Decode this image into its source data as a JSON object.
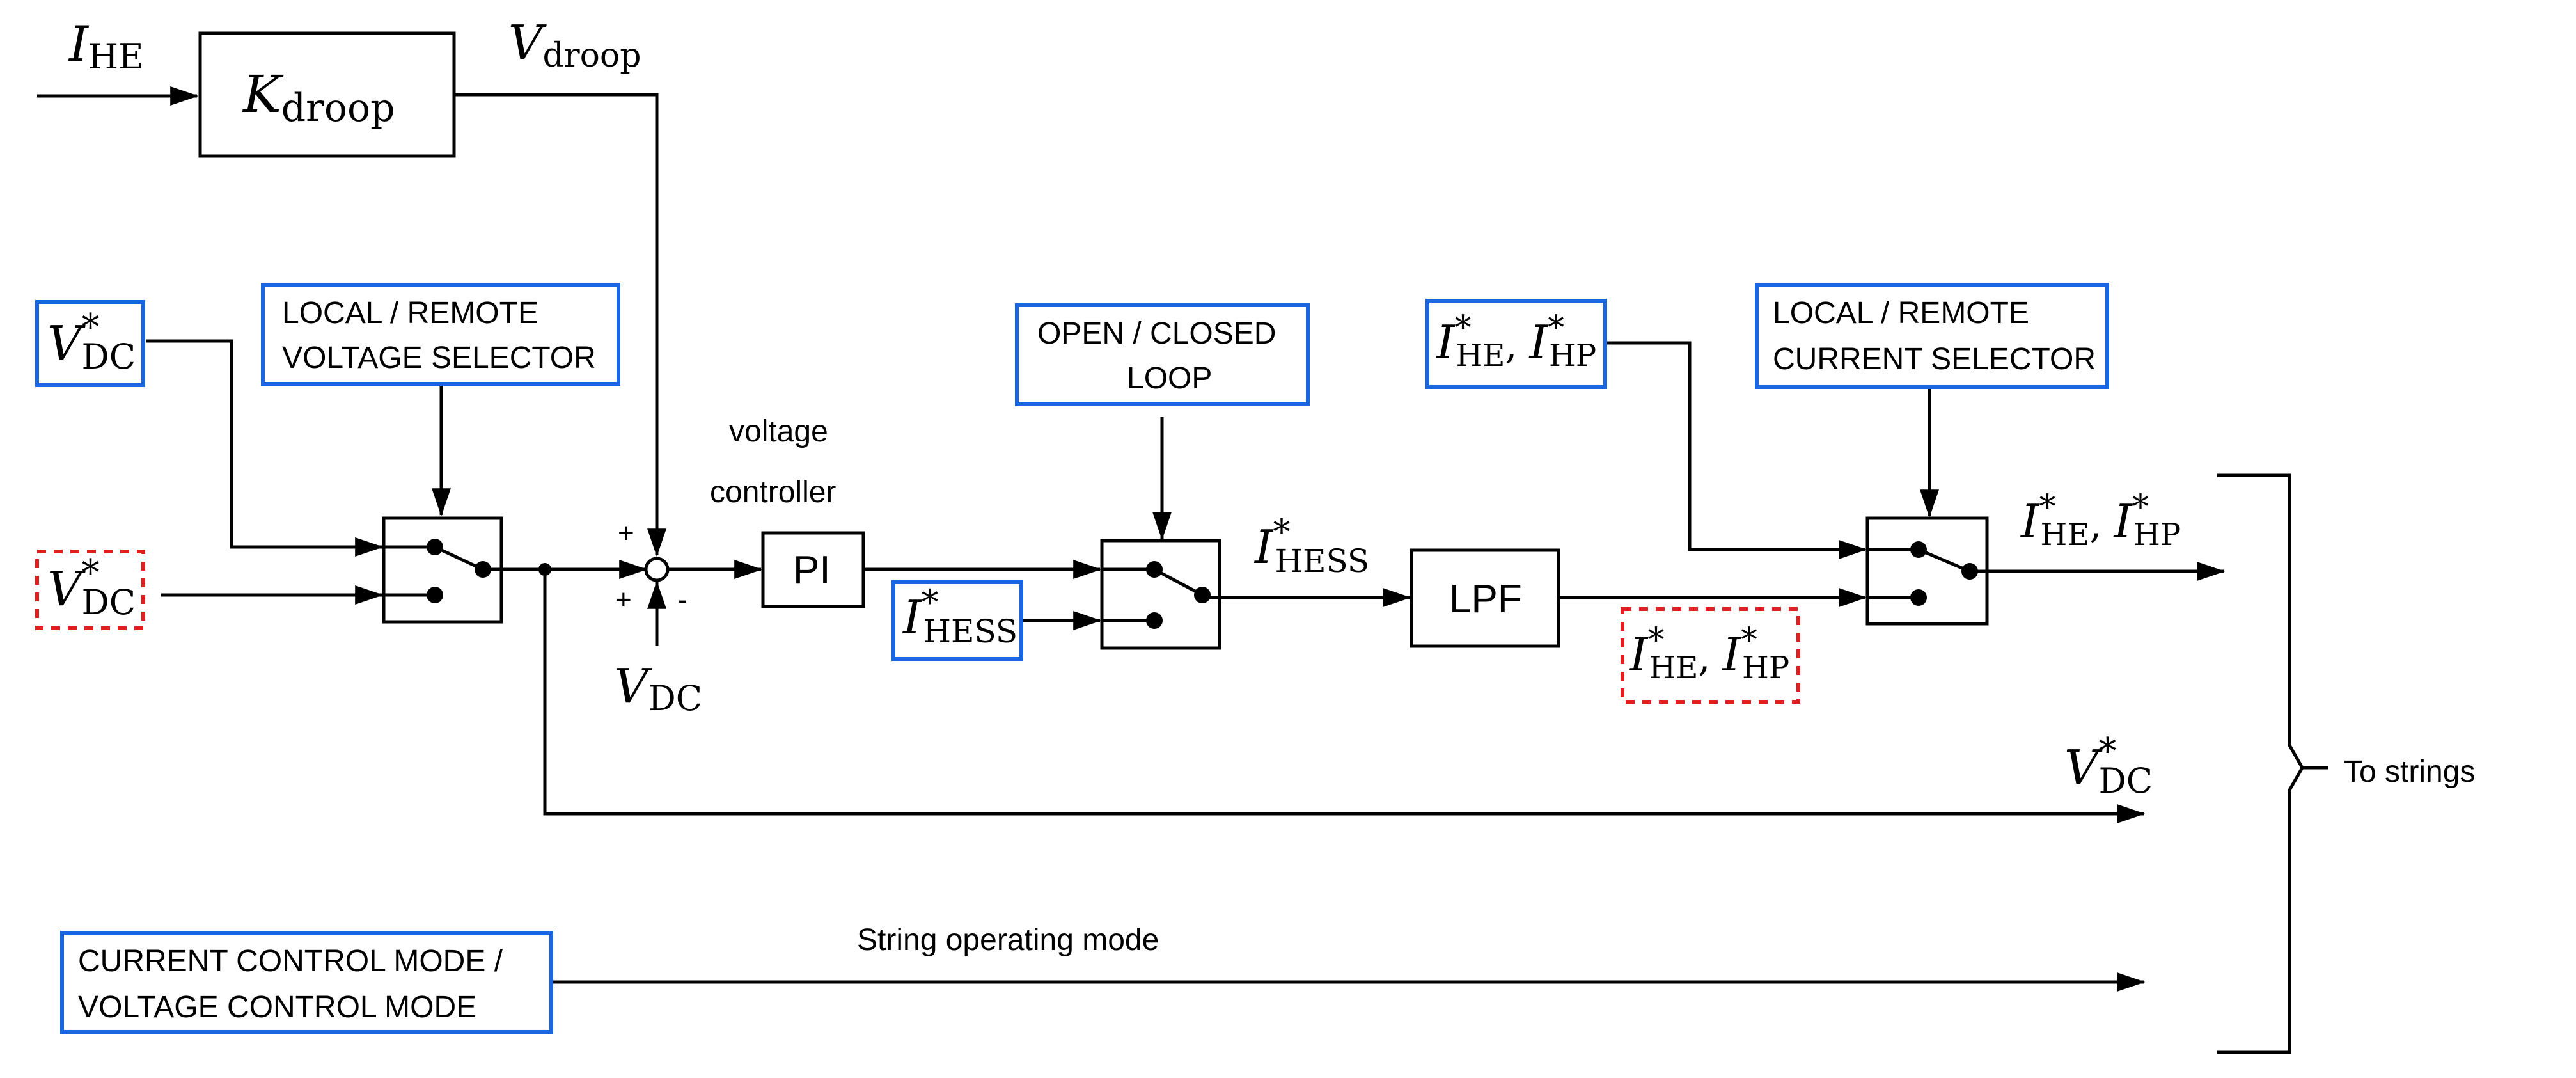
{
  "diagram": {
    "i_he": "I",
    "i_he_sub": "HE",
    "k_droop": "K",
    "k_droop_sub": "droop",
    "v_droop": "V",
    "v_droop_sub": "droop",
    "vdc_ref_local": {
      "sym": "V",
      "sub": "DC",
      "sup": "*"
    },
    "vdc_ref_remote": {
      "sym": "V",
      "sub": "DC",
      "sup": "*"
    },
    "voltage_selector": [
      "LOCAL / REMOTE",
      "VOLTAGE SELECTOR"
    ],
    "sum_plus_top": "+",
    "sum_plus_left": "+",
    "sum_minus": "-",
    "vdc_feedback": {
      "sym": "V",
      "sub": "DC"
    },
    "voltage_controller": [
      "voltage",
      "controller"
    ],
    "pi_block": "PI",
    "open_closed_loop": [
      "OPEN / CLOSED",
      "LOOP"
    ],
    "ihess_ref_input": {
      "sym": "I",
      "sub": "HESS",
      "sup": "*"
    },
    "ihess_ref_out": {
      "sym": "I",
      "sub": "HESS",
      "sup": "*"
    },
    "lpf_block": "LPF",
    "ihe_ihp_local": {
      "a": "I",
      "a_sub": "HE",
      "a_sup": "*",
      "sep": ", ",
      "b": "I",
      "b_sub": "HP",
      "b_sup": "*"
    },
    "ihe_ihp_remote": {
      "a": "I",
      "a_sub": "HE",
      "a_sup": "*",
      "sep": ", ",
      "b": "I",
      "b_sub": "HP",
      "b_sup": "*"
    },
    "current_selector": [
      "LOCAL / REMOTE",
      "CURRENT SELECTOR"
    ],
    "ihe_ihp_out": {
      "a": "I",
      "a_sub": "HE",
      "a_sup": "*",
      "sep": ", ",
      "b": "I",
      "b_sub": "HP",
      "b_sup": "*"
    },
    "vdc_ref_out": {
      "sym": "V",
      "sub": "DC",
      "sup": "*"
    },
    "mode_box": [
      "CURRENT CONTROL MODE /",
      "VOLTAGE CONTROL MODE"
    ],
    "string_operating_mode": "String operating mode",
    "to_strings": "To strings"
  },
  "colors": {
    "selector_border": "#1a66e0",
    "remote_border": "#e02020",
    "line": "#000000"
  }
}
